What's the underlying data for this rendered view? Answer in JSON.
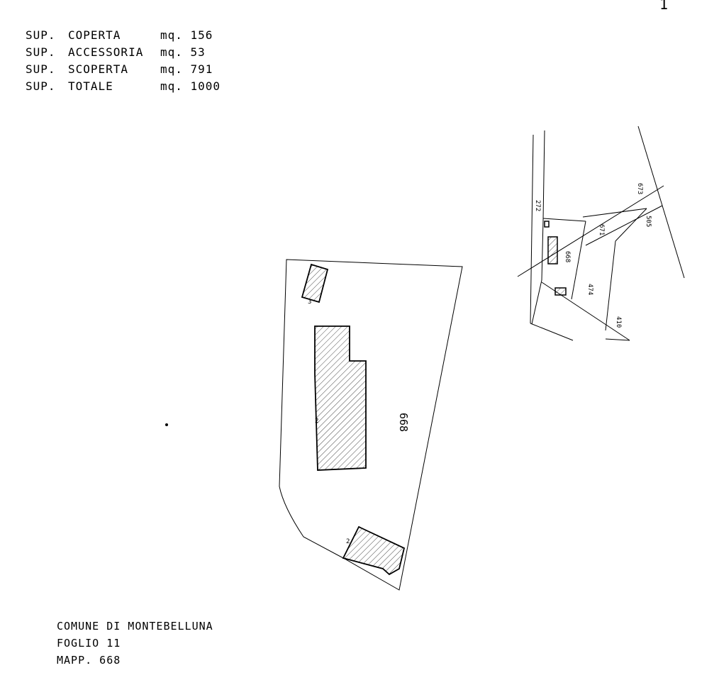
{
  "corner_mark": "1",
  "areas": [
    {
      "label": "SUP.",
      "kind": "COPERTA",
      "value": "mq. 156"
    },
    {
      "label": "SUP.",
      "kind": "ACCESSORIA",
      "value": "mq. 53"
    },
    {
      "label": "SUP.",
      "kind": "SCOPERTA",
      "value": "mq. 791"
    },
    {
      "label": "SUP.",
      "kind": "TOTALE",
      "value": "mq. 1000"
    }
  ],
  "plan": {
    "parcel_label": "668"
  },
  "location_map": {
    "labels": [
      "272",
      "673",
      "671",
      "505",
      "668",
      "474",
      "410"
    ]
  },
  "footer": {
    "comune": "COMUNE DI MONTEBELLUNA",
    "foglio": "FOGLIO 11",
    "mappale": "MAPP. 668"
  },
  "colors": {
    "ink": "#000000",
    "paper": "#ffffff"
  }
}
